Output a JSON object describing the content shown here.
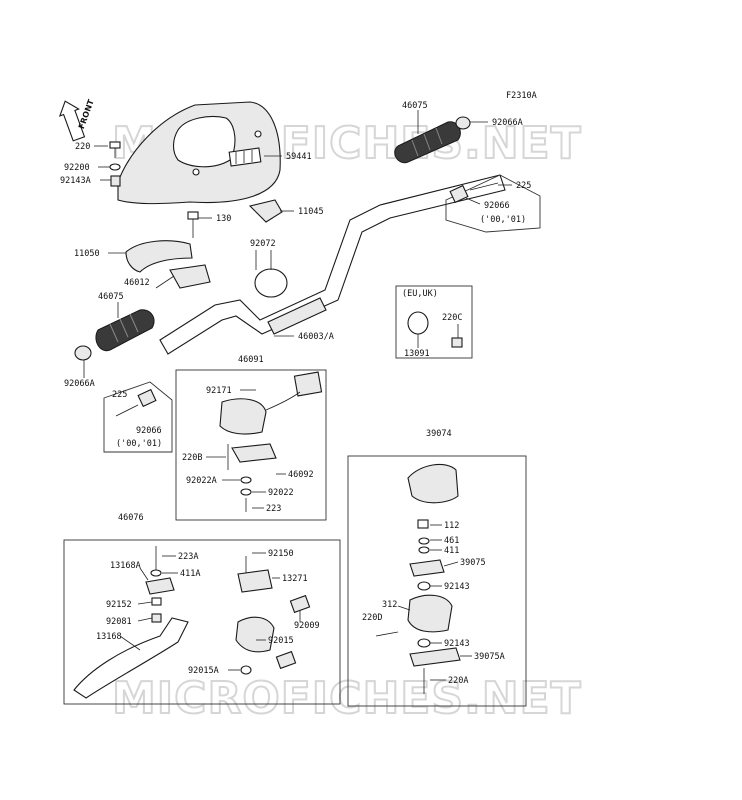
{
  "diagram": {
    "code": "F2310A",
    "front_arrow": "FRONT",
    "watermark_text": "MICROFICHES.NET",
    "labels": {
      "p220": "220",
      "p92200": "92200",
      "p92143A": "92143A",
      "p59441": "59441",
      "p130": "130",
      "p11045": "11045",
      "p11050": "11050",
      "p92072": "92072",
      "p46012": "46012",
      "p46075_left": "46075",
      "p46003A": "46003/A",
      "p92066A_left": "92066A",
      "p46075_right": "46075",
      "p92066A_right": "92066A",
      "p225_right": "225",
      "p92066_right": "92066",
      "years_right": "('00,'01)",
      "eu_uk": "(EU,UK)",
      "p220C": "220C",
      "p13091": "13091",
      "p225_left": "225",
      "p92066_left": "92066",
      "years_left": "('00,'01)",
      "p46091": "46091",
      "p92171": "92171",
      "p220B": "220B",
      "p46092": "46092",
      "p92022A": "92022A",
      "p92022": "92022",
      "p223": "223",
      "p39074": "39074",
      "p112": "112",
      "p461": "461",
      "p411_right": "411",
      "p39075": "39075",
      "p92143_a": "92143",
      "p312": "312",
      "p220D": "220D",
      "p92143_b": "92143",
      "p39075A": "39075A",
      "p220A": "220A",
      "p46076": "46076",
      "p223A": "223A",
      "p13168A": "13168A",
      "p411A": "411A",
      "p92152": "92152",
      "p92081": "92081",
      "p13168": "13168",
      "p92150": "92150",
      "p13271": "13271",
      "p92009": "92009",
      "p92015": "92015",
      "p92015A": "92015A"
    }
  }
}
